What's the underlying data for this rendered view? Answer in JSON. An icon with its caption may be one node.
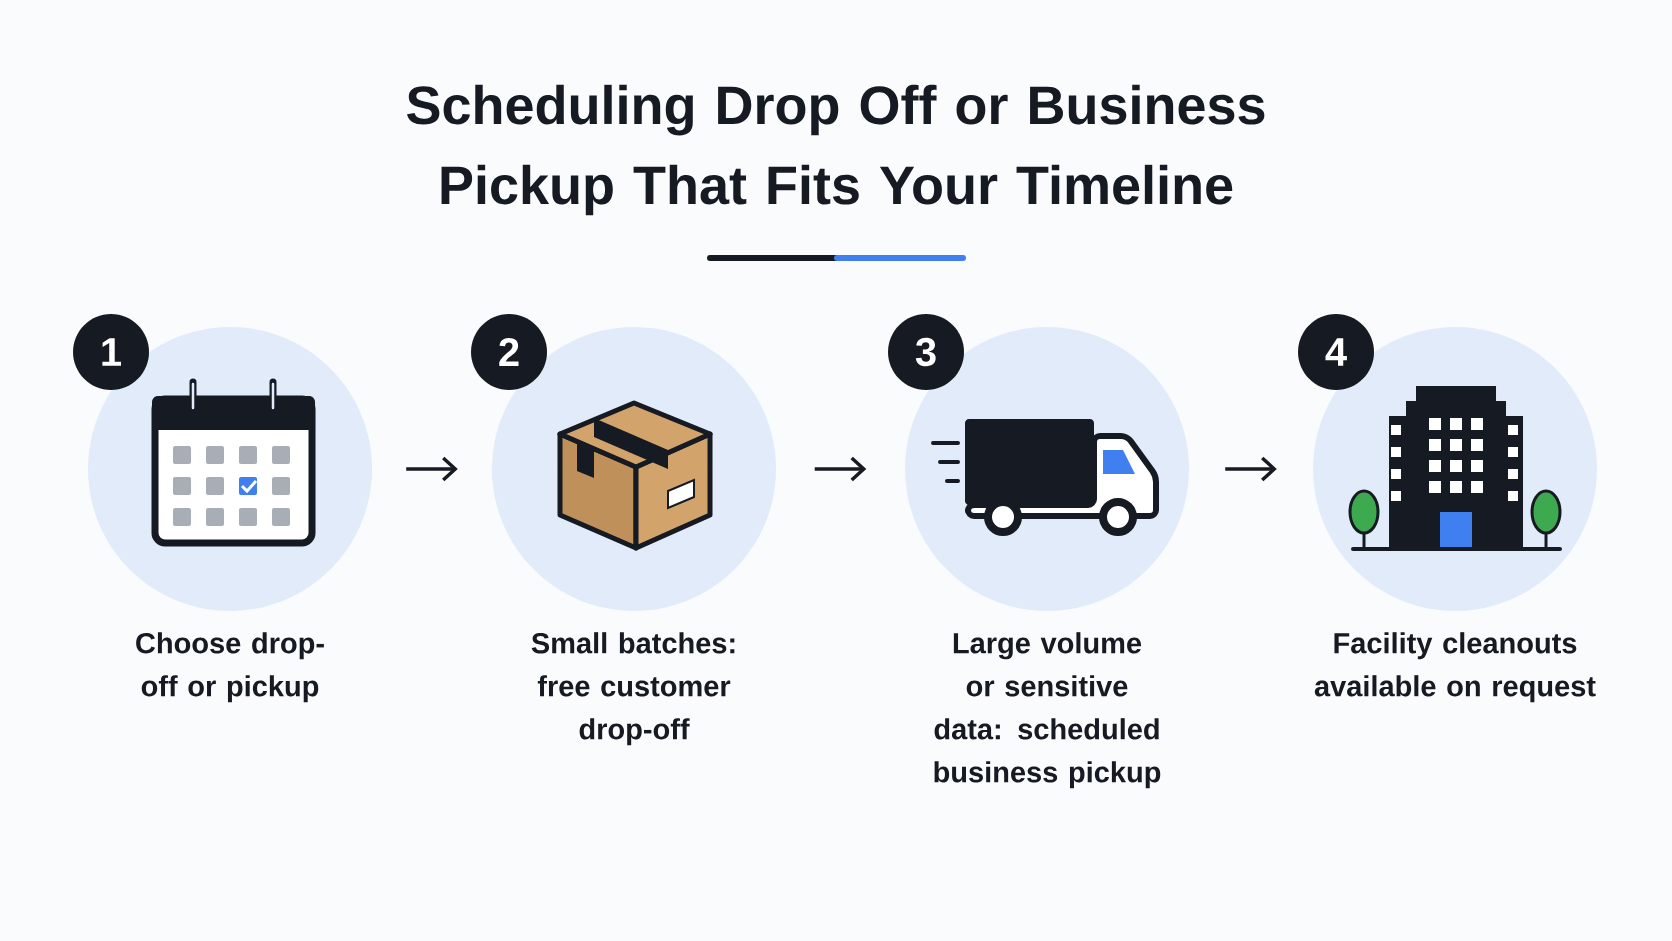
{
  "diagram": {
    "title": "Scheduling Drop Off or Business Pickup That Fits Your Timeline",
    "nodes": [
      {
        "text": [
          "1",
          "Choose drop-off or pickup"
        ]
      },
      {
        "text": [
          "2",
          "Small batches: free customer drop-off"
        ]
      },
      {
        "text": [
          "3",
          "Large volume or sensitive data: scheduled business pickup"
        ]
      },
      {
        "text": [
          "4",
          "Facility cleanouts available on request"
        ]
      }
    ],
    "edges": [
      {
        "from": 0,
        "to": 1,
        "arrow": "to"
      },
      {
        "from": 1,
        "to": 2,
        "arrow": "to"
      },
      {
        "from": 2,
        "to": 3,
        "arrow": "to"
      }
    ]
  }
}
